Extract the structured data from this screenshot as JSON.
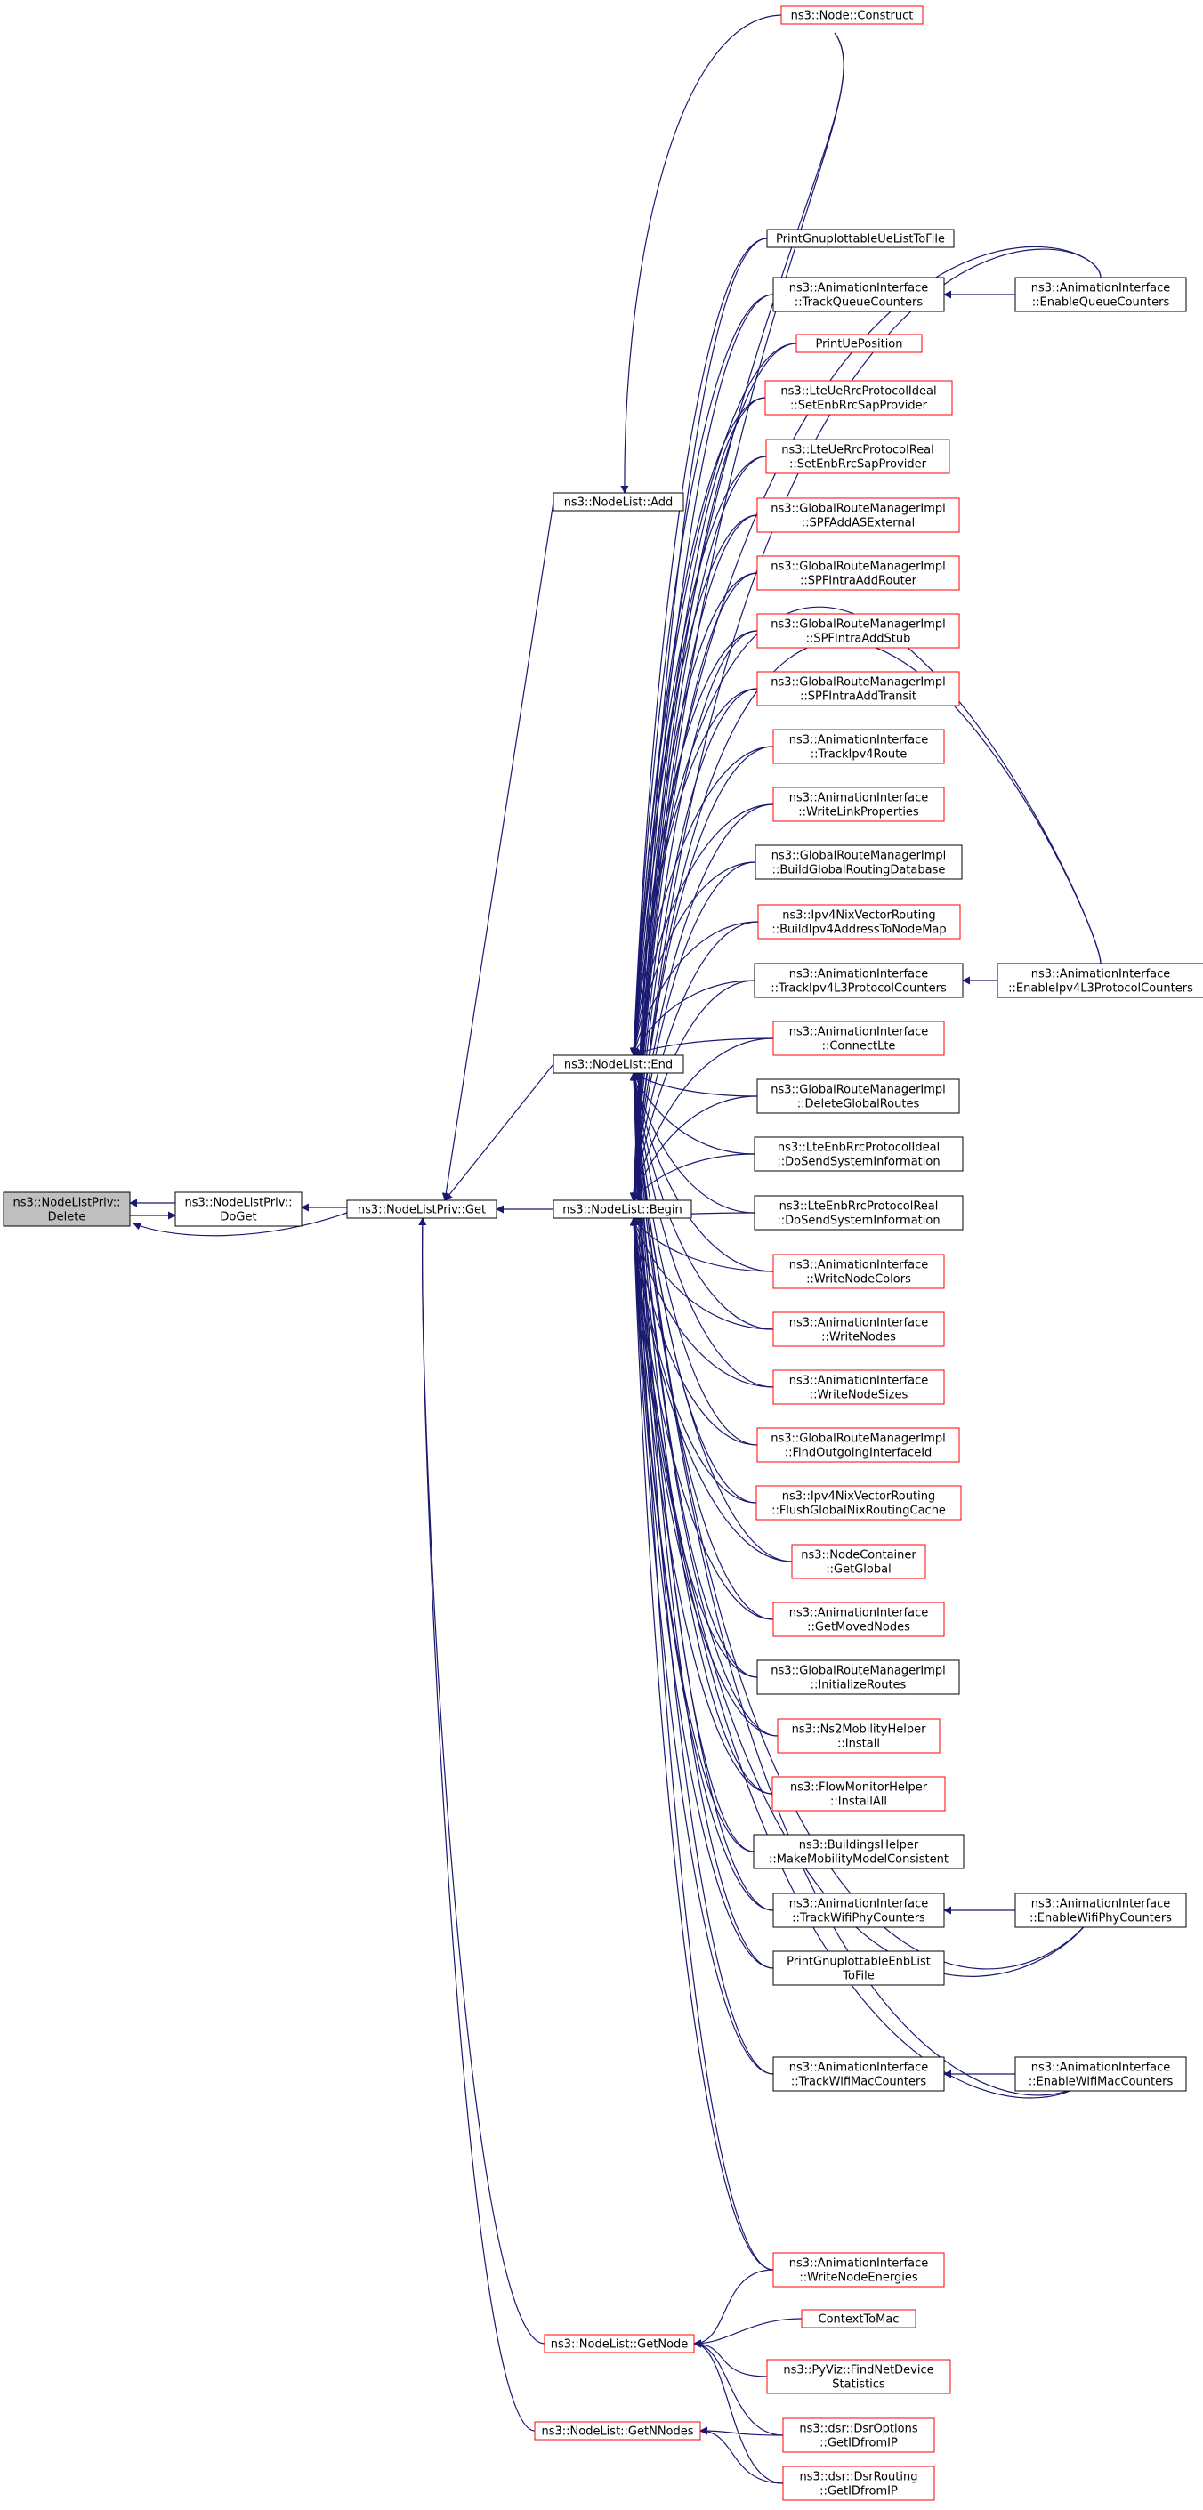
{
  "colors": {
    "edge": "#191970",
    "border_normal": "#000000",
    "border_truncated": "#ff0000",
    "focus_fill": "#bfbfbf",
    "node_fill": "#ffffff"
  },
  "nodes": [
    {
      "id": "delete",
      "kind": "focus",
      "lines": [
        "ns3::NodeListPriv::",
        "Delete"
      ]
    },
    {
      "id": "doget",
      "kind": "normal",
      "lines": [
        "ns3::NodeListPriv::",
        "DoGet"
      ]
    },
    {
      "id": "get",
      "kind": "normal",
      "lines": [
        "ns3::NodeListPriv::Get"
      ]
    },
    {
      "id": "add",
      "kind": "normal",
      "lines": [
        "ns3::NodeList::Add"
      ]
    },
    {
      "id": "end",
      "kind": "normal",
      "lines": [
        "ns3::NodeList::End"
      ]
    },
    {
      "id": "begin",
      "kind": "normal",
      "lines": [
        "ns3::NodeList::Begin"
      ]
    },
    {
      "id": "getnode",
      "kind": "truncated",
      "lines": [
        "ns3::NodeList::GetNode"
      ]
    },
    {
      "id": "getnnodes",
      "kind": "truncated",
      "lines": [
        "ns3::NodeList::GetNNodes"
      ]
    },
    {
      "id": "construct",
      "kind": "truncated",
      "lines": [
        "ns3::Node::Construct"
      ]
    },
    {
      "id": "pgue",
      "kind": "normal",
      "lines": [
        "PrintGnuplottableUeListToFile"
      ]
    },
    {
      "id": "tqc",
      "kind": "normal",
      "lines": [
        "ns3::AnimationInterface",
        "::TrackQueueCounters"
      ]
    },
    {
      "id": "pup",
      "kind": "truncated",
      "lines": [
        "PrintUePosition"
      ]
    },
    {
      "id": "lteideal",
      "kind": "truncated",
      "lines": [
        "ns3::LteUeRrcProtocolIdeal",
        "::SetEnbRrcSapProvider"
      ]
    },
    {
      "id": "ltereal",
      "kind": "truncated",
      "lines": [
        "ns3::LteUeRrcProtocolReal",
        "::SetEnbRrcSapProvider"
      ]
    },
    {
      "id": "spfase",
      "kind": "truncated",
      "lines": [
        "ns3::GlobalRouteManagerImpl",
        "::SPFAddASExternal"
      ]
    },
    {
      "id": "spfiar",
      "kind": "truncated",
      "lines": [
        "ns3::GlobalRouteManagerImpl",
        "::SPFIntraAddRouter"
      ]
    },
    {
      "id": "spfias",
      "kind": "truncated",
      "lines": [
        "ns3::GlobalRouteManagerImpl",
        "::SPFIntraAddStub"
      ]
    },
    {
      "id": "spfiat",
      "kind": "truncated",
      "lines": [
        "ns3::GlobalRouteManagerImpl",
        "::SPFIntraAddTransit"
      ]
    },
    {
      "id": "tipv4r",
      "kind": "truncated",
      "lines": [
        "ns3::AnimationInterface",
        "::TrackIpv4Route"
      ]
    },
    {
      "id": "wlp",
      "kind": "truncated",
      "lines": [
        "ns3::AnimationInterface",
        "::WriteLinkProperties"
      ]
    },
    {
      "id": "bgrd",
      "kind": "normal",
      "lines": [
        "ns3::GlobalRouteManagerImpl",
        "::BuildGlobalRoutingDatabase"
      ]
    },
    {
      "id": "bipv4",
      "kind": "truncated",
      "lines": [
        "ns3::Ipv4NixVectorRouting",
        "::BuildIpv4AddressToNodeMap"
      ]
    },
    {
      "id": "tipv4l3",
      "kind": "normal",
      "lines": [
        "ns3::AnimationInterface",
        "::TrackIpv4L3ProtocolCounters"
      ]
    },
    {
      "id": "clte",
      "kind": "truncated",
      "lines": [
        "ns3::AnimationInterface",
        "::ConnectLte"
      ]
    },
    {
      "id": "dgr",
      "kind": "normal",
      "lines": [
        "ns3::GlobalRouteManagerImpl",
        "::DeleteGlobalRoutes"
      ]
    },
    {
      "id": "enbideal",
      "kind": "normal",
      "lines": [
        "ns3::LteEnbRrcProtocolIdeal",
        "::DoSendSystemInformation"
      ]
    },
    {
      "id": "enbreal",
      "kind": "normal",
      "lines": [
        "ns3::LteEnbRrcProtocolReal",
        "::DoSendSystemInformation"
      ]
    },
    {
      "id": "wnc",
      "kind": "truncated",
      "lines": [
        "ns3::AnimationInterface",
        "::WriteNodeColors"
      ]
    },
    {
      "id": "wn",
      "kind": "truncated",
      "lines": [
        "ns3::AnimationInterface",
        "::WriteNodes"
      ]
    },
    {
      "id": "wns",
      "kind": "truncated",
      "lines": [
        "ns3::AnimationInterface",
        "::WriteNodeSizes"
      ]
    },
    {
      "id": "foii",
      "kind": "truncated",
      "lines": [
        "ns3::GlobalRouteManagerImpl",
        "::FindOutgoingInterfaceId"
      ]
    },
    {
      "id": "fgnrc",
      "kind": "truncated",
      "lines": [
        "ns3::Ipv4NixVectorRouting",
        "::FlushGlobalNixRoutingCache"
      ]
    },
    {
      "id": "ncgg",
      "kind": "truncated",
      "lines": [
        "ns3::NodeContainer",
        "::GetGlobal"
      ]
    },
    {
      "id": "gmn",
      "kind": "truncated",
      "lines": [
        "ns3::AnimationInterface",
        "::GetMovedNodes"
      ]
    },
    {
      "id": "ir",
      "kind": "normal",
      "lines": [
        "ns3::GlobalRouteManagerImpl",
        "::InitializeRoutes"
      ]
    },
    {
      "id": "ns2",
      "kind": "truncated",
      "lines": [
        "ns3::Ns2MobilityHelper",
        "::Install"
      ]
    },
    {
      "id": "fmh",
      "kind": "truncated",
      "lines": [
        "ns3::FlowMonitorHelper",
        "::InstallAll"
      ]
    },
    {
      "id": "bh",
      "kind": "normal",
      "lines": [
        "ns3::BuildingsHelper",
        "::MakeMobilityModelConsistent"
      ]
    },
    {
      "id": "twpc",
      "kind": "normal",
      "lines": [
        "ns3::AnimationInterface",
        "::TrackWifiPhyCounters"
      ]
    },
    {
      "id": "pgenb",
      "kind": "normal",
      "lines": [
        "PrintGnuplottableEnbList",
        "ToFile"
      ]
    },
    {
      "id": "twmc",
      "kind": "normal",
      "lines": [
        "ns3::AnimationInterface",
        "::TrackWifiMacCounters"
      ]
    },
    {
      "id": "wne",
      "kind": "truncated",
      "lines": [
        "ns3::AnimationInterface",
        "::WriteNodeEnergies"
      ]
    },
    {
      "id": "ctm",
      "kind": "truncated",
      "lines": [
        "ContextToMac"
      ]
    },
    {
      "id": "pyviz",
      "kind": "truncated",
      "lines": [
        "ns3::PyViz::FindNetDevice",
        "Statistics"
      ]
    },
    {
      "id": "dsropt",
      "kind": "truncated",
      "lines": [
        "ns3::dsr::DsrOptions",
        "::GetIDfromIP"
      ]
    },
    {
      "id": "dsrrt",
      "kind": "truncated",
      "lines": [
        "ns3::dsr::DsrRouting",
        "::GetIDfromIP"
      ]
    },
    {
      "id": "eqc",
      "kind": "normal",
      "lines": [
        "ns3::AnimationInterface",
        "::EnableQueueCounters"
      ]
    },
    {
      "id": "eipv4l3",
      "kind": "normal",
      "lines": [
        "ns3::AnimationInterface",
        "::EnableIpv4L3ProtocolCounters"
      ]
    },
    {
      "id": "ewpc",
      "kind": "normal",
      "lines": [
        "ns3::AnimationInterface",
        "::EnableWifiPhyCounters"
      ]
    },
    {
      "id": "ewmc",
      "kind": "normal",
      "lines": [
        "ns3::AnimationInterface",
        "::EnableWifiMacCounters"
      ]
    }
  ]
}
